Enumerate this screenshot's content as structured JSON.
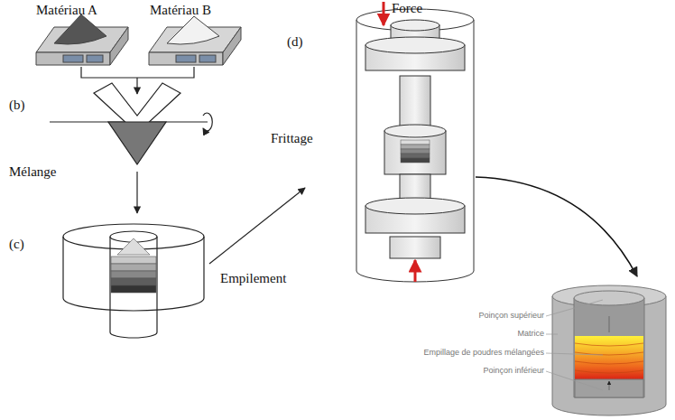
{
  "diagram": {
    "labels": [
      "Matériau A",
      "Matériau B",
      "(b)",
      "Mélange",
      "(c)",
      "Empilement",
      "(d)",
      "Frittage",
      "Force",
      "Poinçon supérieur",
      "Matrice",
      "Empillage de poudres mélangées",
      "Poinçon inférieur"
    ]
  }
}
